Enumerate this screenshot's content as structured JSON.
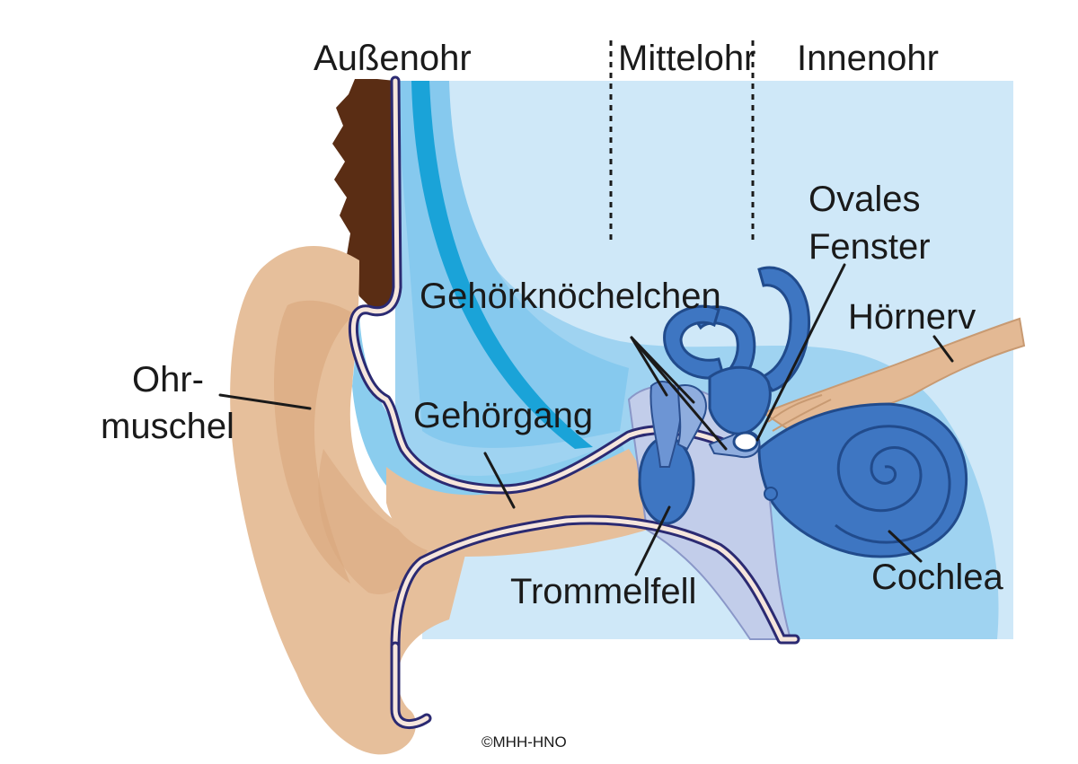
{
  "regions": {
    "outer_ear": "Außenohr",
    "middle_ear": "Mittelohr",
    "inner_ear": "Innenohr"
  },
  "labels": {
    "pinna_line1": "Ohr-",
    "pinna_line2": "muschel",
    "ear_canal": "Gehörgang",
    "ossicles": "Gehörknöchelchen",
    "eardrum": "Trommelfell",
    "oval_window_line1": "Ovales",
    "oval_window_line2": "Fenster",
    "auditory_nerve": "Hörnerv",
    "cochlea": "Cochlea"
  },
  "copyright": "©MHH-HNO",
  "colors": {
    "background_panel": "#cfe8f8",
    "bone_region": "#9fd3f1",
    "canal_air": "#86c9ee",
    "canal_stripe": "#1aa3d8",
    "skin": "#e6bf9b",
    "skin_shadow": "#d8a67c",
    "hair": "#5a2d14",
    "wall_outline": "#2b2a72",
    "inner_ear_organ": "#3e76c2",
    "middle_ear_cavity": "#c2cdea",
    "nerve": "#e3b994"
  }
}
